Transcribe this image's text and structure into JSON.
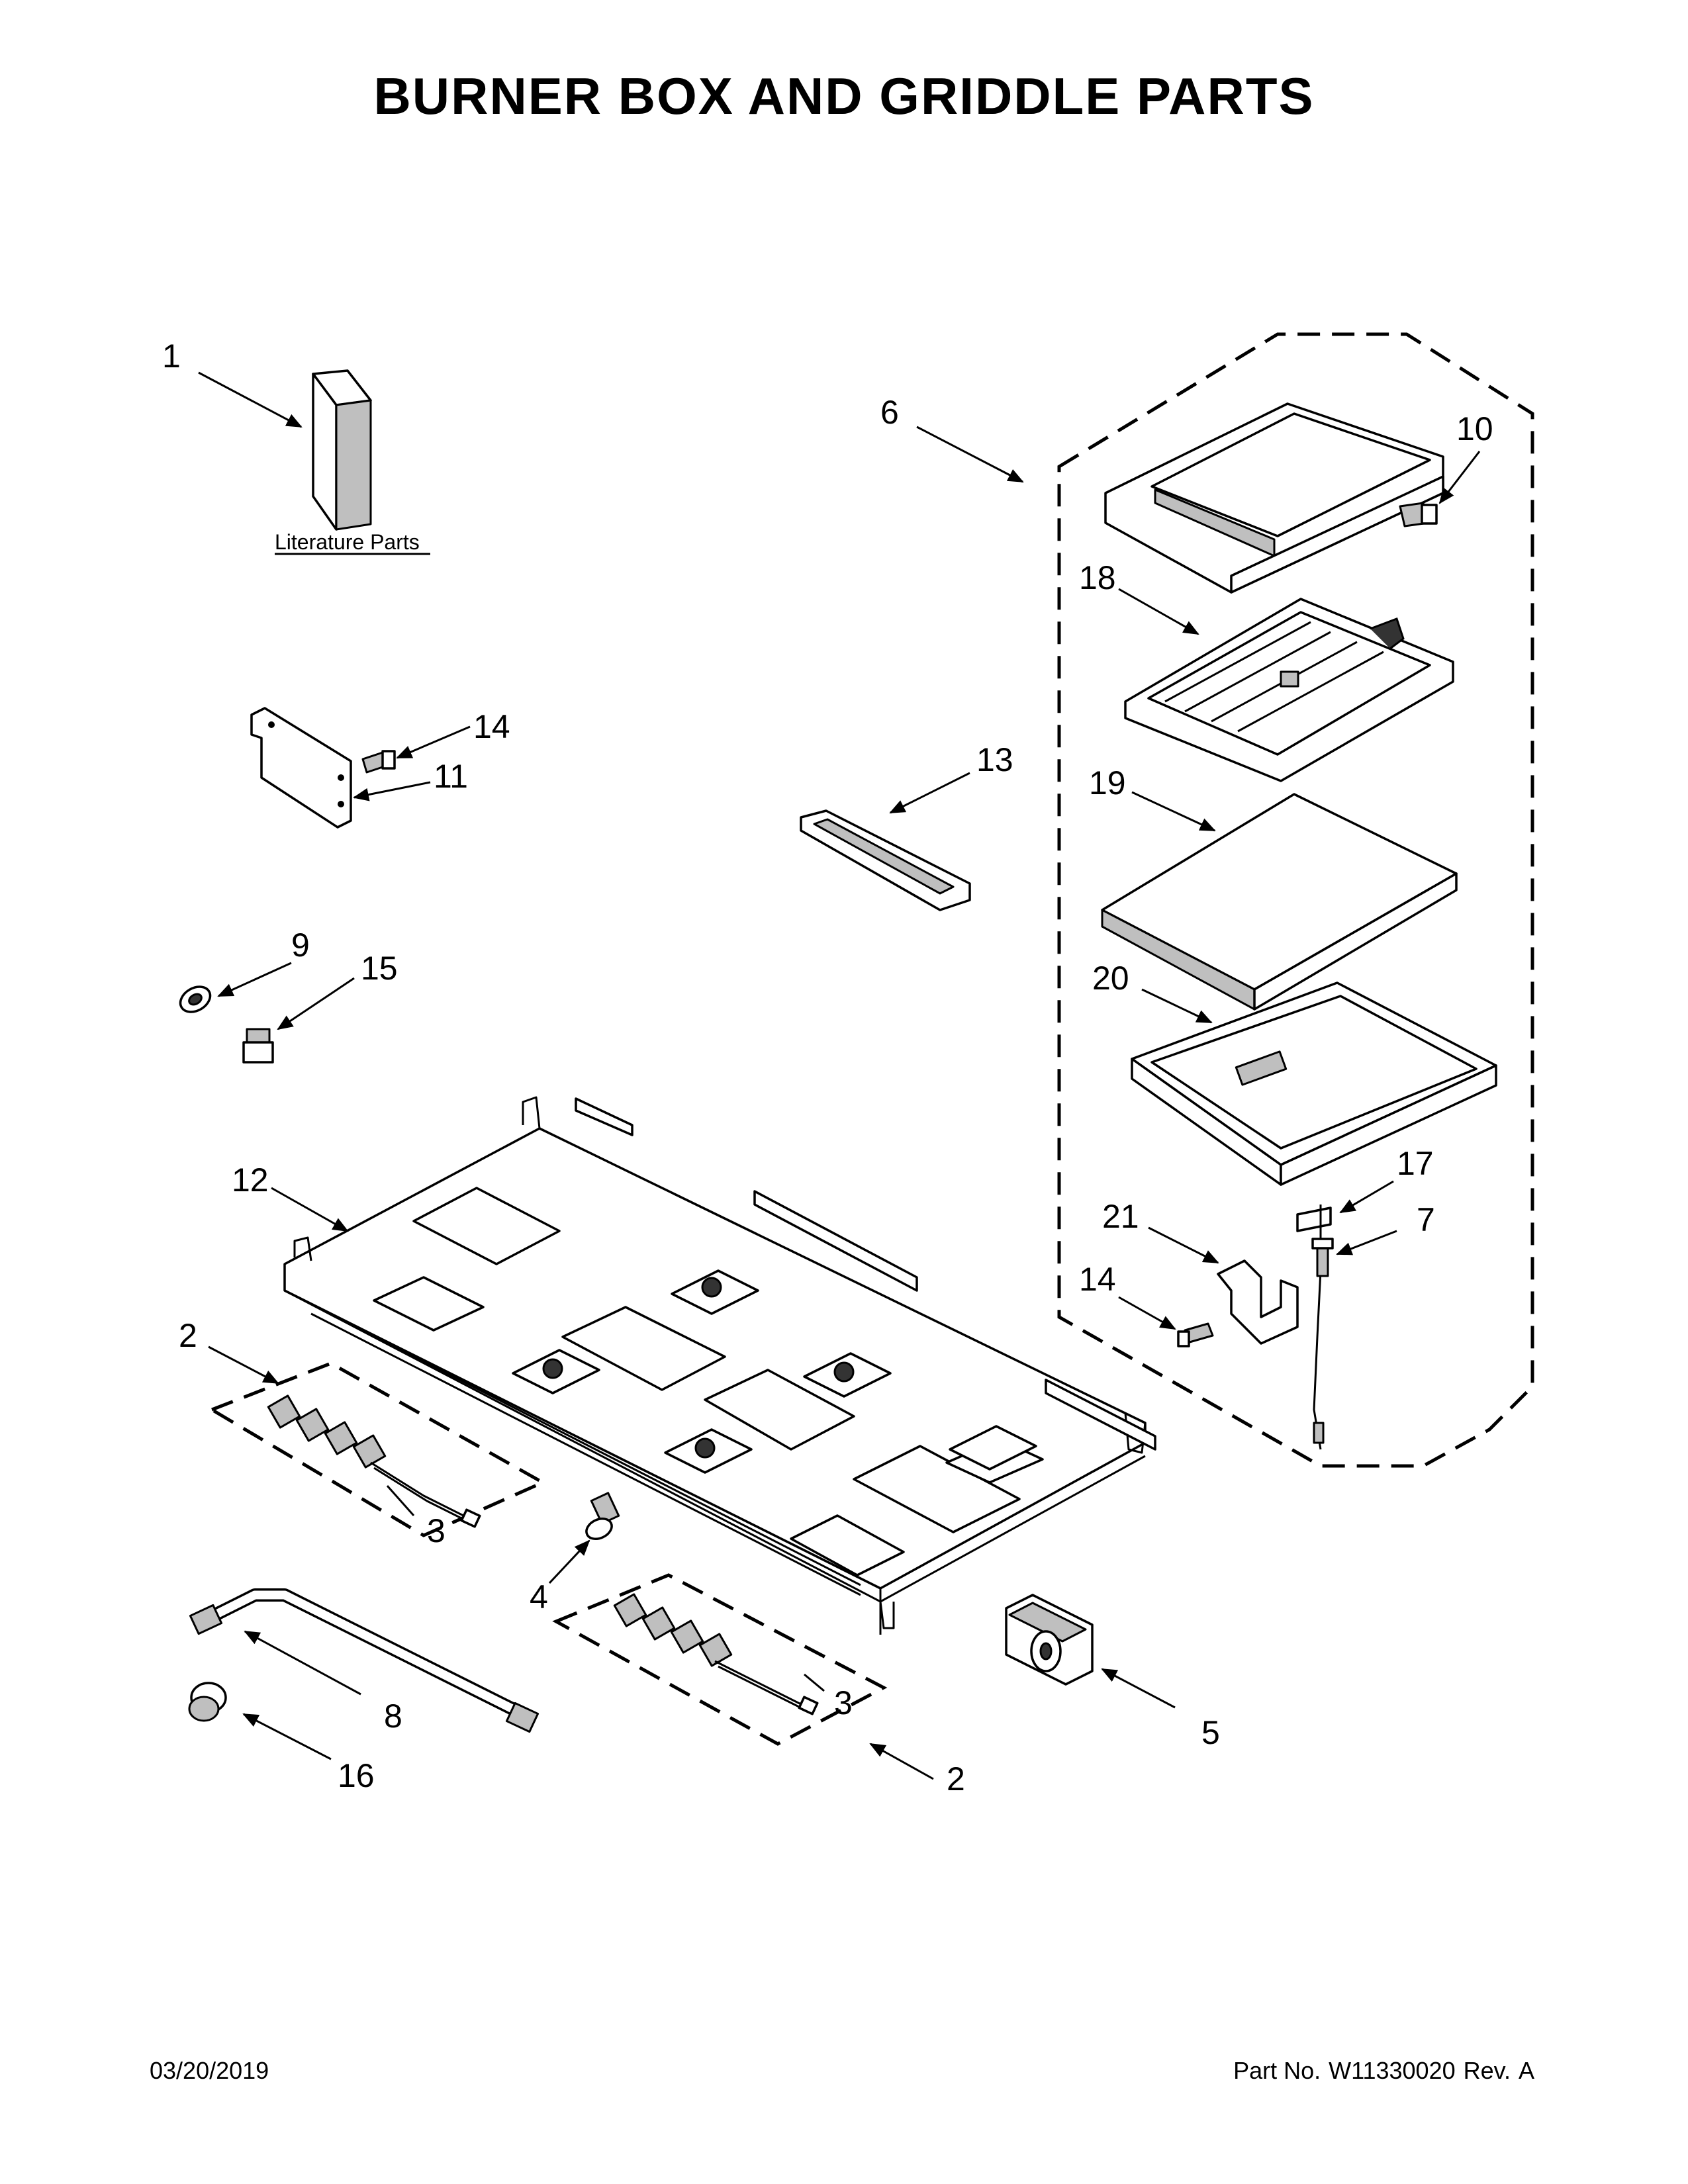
{
  "title": "BURNER BOX AND GRIDDLE PARTS",
  "footer": {
    "date": "03/20/2019",
    "part_label": "Part No.",
    "part_number": "W11330020",
    "rev_label": "Rev.",
    "rev": "A"
  },
  "literature_label": "Literature Parts",
  "callouts": [
    {
      "id": "c1",
      "number": "1"
    },
    {
      "id": "c6",
      "number": "6"
    },
    {
      "id": "c10",
      "number": "10"
    },
    {
      "id": "c18",
      "number": "18"
    },
    {
      "id": "c14a",
      "number": "14"
    },
    {
      "id": "c11",
      "number": "11"
    },
    {
      "id": "c13",
      "number": "13"
    },
    {
      "id": "c19",
      "number": "19"
    },
    {
      "id": "c9",
      "number": "9"
    },
    {
      "id": "c15",
      "number": "15"
    },
    {
      "id": "c20",
      "number": "20"
    },
    {
      "id": "c17",
      "number": "17"
    },
    {
      "id": "c12",
      "number": "12"
    },
    {
      "id": "c21",
      "number": "21"
    },
    {
      "id": "c7",
      "number": "7"
    },
    {
      "id": "c14b",
      "number": "14"
    },
    {
      "id": "c2a",
      "number": "2"
    },
    {
      "id": "c3a",
      "number": "3"
    },
    {
      "id": "c4",
      "number": "4"
    },
    {
      "id": "c3b",
      "number": "3"
    },
    {
      "id": "c8",
      "number": "8"
    },
    {
      "id": "c5",
      "number": "5"
    },
    {
      "id": "c16",
      "number": "16"
    },
    {
      "id": "c2b",
      "number": "2"
    }
  ]
}
